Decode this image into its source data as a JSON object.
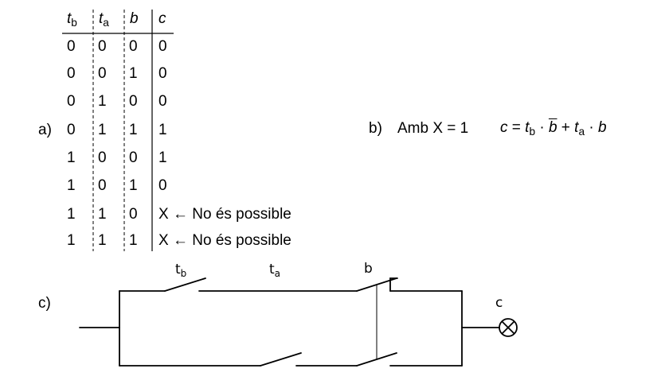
{
  "part_a": {
    "label": "a)",
    "headers": [
      {
        "main": "t",
        "sub": "b"
      },
      {
        "main": "t",
        "sub": "a"
      },
      {
        "main": "b",
        "sub": ""
      },
      {
        "main": "c",
        "sub": ""
      }
    ],
    "rows": [
      [
        "0",
        "0",
        "0",
        "0"
      ],
      [
        "0",
        "0",
        "1",
        "0"
      ],
      [
        "0",
        "1",
        "0",
        "0"
      ],
      [
        "0",
        "1",
        "1",
        "1"
      ],
      [
        "1",
        "0",
        "0",
        "1"
      ],
      [
        "1",
        "0",
        "1",
        "0"
      ],
      [
        "1",
        "1",
        "0",
        "X"
      ],
      [
        "1",
        "1",
        "1",
        "X"
      ]
    ],
    "note": "← No és possible"
  },
  "part_b": {
    "label": "b)",
    "text": "Amb X = 1",
    "formula": {
      "lhs": "c",
      "eq": " = ",
      "t1": "t",
      "t1_sub": "b",
      "dot": " · ",
      "b1": "b",
      "plus": " + ",
      "t2": "t",
      "t2_sub": "a",
      "b2": "b"
    }
  },
  "part_c": {
    "label": "c)",
    "switch_labels": {
      "tb": "t",
      "tb_sub": "b",
      "ta": "t",
      "ta_sub": "a",
      "b": "b"
    },
    "output_label": "c"
  }
}
